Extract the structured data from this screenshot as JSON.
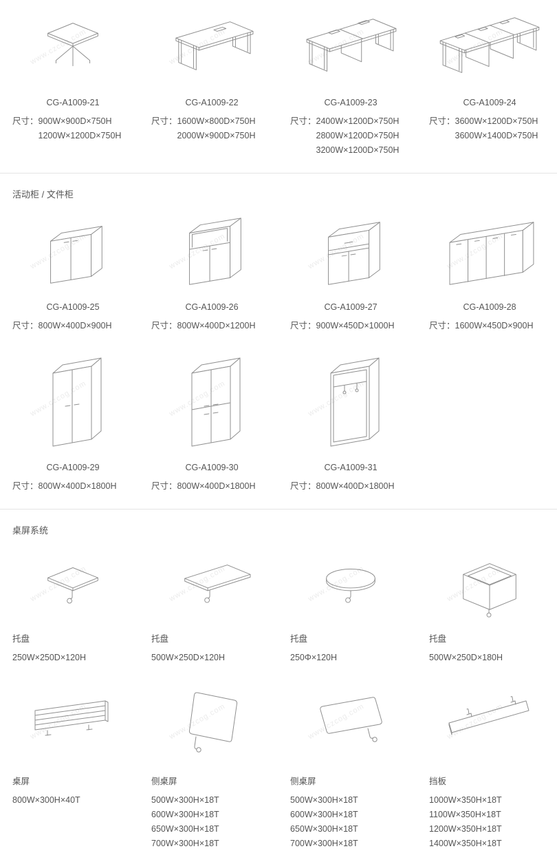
{
  "page": {
    "watermark": "www.czcog.com"
  },
  "sections": [
    {
      "id": "desks",
      "header": "",
      "rows": [
        {
          "items": [
            {
              "icon": "table-small",
              "code": "CG-A1009-21",
              "size_label": "尺寸：",
              "dims": [
                "900W×900D×750H",
                "1200W×1200D×750H"
              ]
            },
            {
              "icon": "desk-single",
              "code": "CG-A1009-22",
              "size_label": "尺寸：",
              "dims": [
                "1600W×800D×750H",
                "2000W×900D×750H"
              ]
            },
            {
              "icon": "desk-double",
              "code": "CG-A1009-23",
              "size_label": "尺寸：",
              "dims": [
                "2400W×1200D×750H",
                "2800W×1200D×750H",
                "3200W×1200D×750H"
              ]
            },
            {
              "icon": "desk-long",
              "code": "CG-A1009-24",
              "size_label": "尺寸：",
              "dims": [
                "3600W×1200D×750H",
                "3600W×1400D×750H"
              ]
            }
          ]
        }
      ]
    },
    {
      "id": "cabinets",
      "header": "活动柜 / 文件柜",
      "rows": [
        {
          "items": [
            {
              "icon": "cabinet-two-door",
              "code": "CG-A1009-25",
              "size_label": "尺寸：",
              "dims": [
                "800W×400D×900H"
              ]
            },
            {
              "icon": "cabinet-open-top",
              "code": "CG-A1009-26",
              "size_label": "尺寸：",
              "dims": [
                "800W×400D×1200H"
              ]
            },
            {
              "icon": "cabinet-drawer",
              "code": "CG-A1009-27",
              "size_label": "尺寸：",
              "dims": [
                "900W×450D×1000H"
              ]
            },
            {
              "icon": "cabinet-wide",
              "code": "CG-A1009-28",
              "size_label": "尺寸：",
              "dims": [
                "1600W×450D×900H"
              ]
            }
          ]
        },
        {
          "items": [
            {
              "icon": "wardrobe-two-door",
              "code": "CG-A1009-29",
              "size_label": "尺寸：",
              "dims": [
                "800W×400D×1800H"
              ]
            },
            {
              "icon": "wardrobe-four-door",
              "code": "CG-A1009-30",
              "size_label": "尺寸：",
              "dims": [
                "800W×400D×1800H"
              ]
            },
            {
              "icon": "wardrobe-open",
              "code": "CG-A1009-31",
              "size_label": "尺寸：",
              "dims": [
                "800W×400D×1800H"
              ]
            }
          ]
        }
      ]
    },
    {
      "id": "desk-screens",
      "header": "桌屏系统",
      "rows": [
        {
          "items": [
            {
              "icon": "tray-square",
              "name": "托盘",
              "dims": [
                "250W×250D×120H"
              ]
            },
            {
              "icon": "tray-rect",
              "name": "托盘",
              "dims": [
                "500W×250D×120H"
              ]
            },
            {
              "icon": "tray-round",
              "name": "托盘",
              "dims": [
                "250Φ×120H"
              ]
            },
            {
              "icon": "tray-box",
              "name": "托盘",
              "dims": [
                "500W×250D×180H"
              ]
            }
          ]
        },
        {
          "items": [
            {
              "icon": "desk-screen",
              "name": "桌屏",
              "dims": [
                "800W×300H×40T"
              ]
            },
            {
              "icon": "side-screen-a",
              "name": "侧桌屏",
              "dims": [
                "500W×300H×18T",
                "600W×300H×18T",
                "650W×300H×18T",
                "700W×300H×18T"
              ]
            },
            {
              "icon": "side-screen-b",
              "name": "侧桌屏",
              "dims": [
                "500W×300H×18T",
                "600W×300H×18T",
                "650W×300H×18T",
                "700W×300H×18T"
              ]
            },
            {
              "icon": "baffle",
              "name": "挡板",
              "dims": [
                "1000W×350H×18T",
                "1100W×350H×18T",
                "1200W×350H×18T",
                "1400W×350H×18T"
              ]
            }
          ]
        }
      ]
    }
  ]
}
